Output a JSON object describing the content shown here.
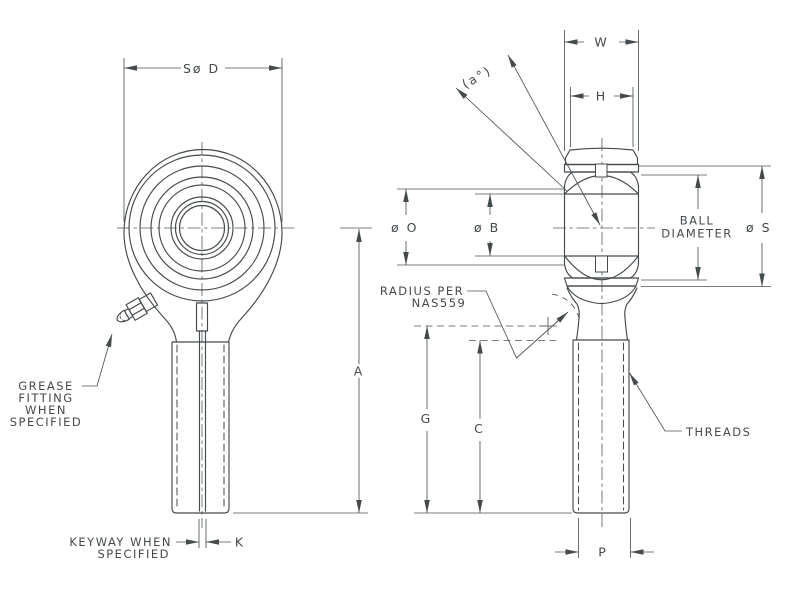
{
  "drawing": {
    "line_color": "#454a4d",
    "background": "#ffffff",
    "front_view": {
      "dim_head_diameter": "Sø D",
      "dim_overall_length": "A",
      "dim_keyway_width": "K",
      "grease_note": [
        "GREASE",
        "FITTING",
        "WHEN",
        "SPECIFIED"
      ],
      "keyway_note": [
        "KEYWAY WHEN",
        "SPECIFIED"
      ]
    },
    "side_view": {
      "dim_head_width": "W",
      "dim_ball_width": "H",
      "dim_misalignment_angle": "(a°)",
      "dim_race_bore": "ø O",
      "dim_ball_bore": "ø B",
      "ball_diameter_note": [
        "BALL",
        "DIAMETER"
      ],
      "dim_sphere_diameter": "ø S",
      "dim_grip_length": "G",
      "dim_thread_length": "C",
      "dim_shank_diameter": "P",
      "radius_note": [
        "RADIUS PER",
        "NAS559"
      ],
      "threads_label": "THREADS"
    }
  }
}
